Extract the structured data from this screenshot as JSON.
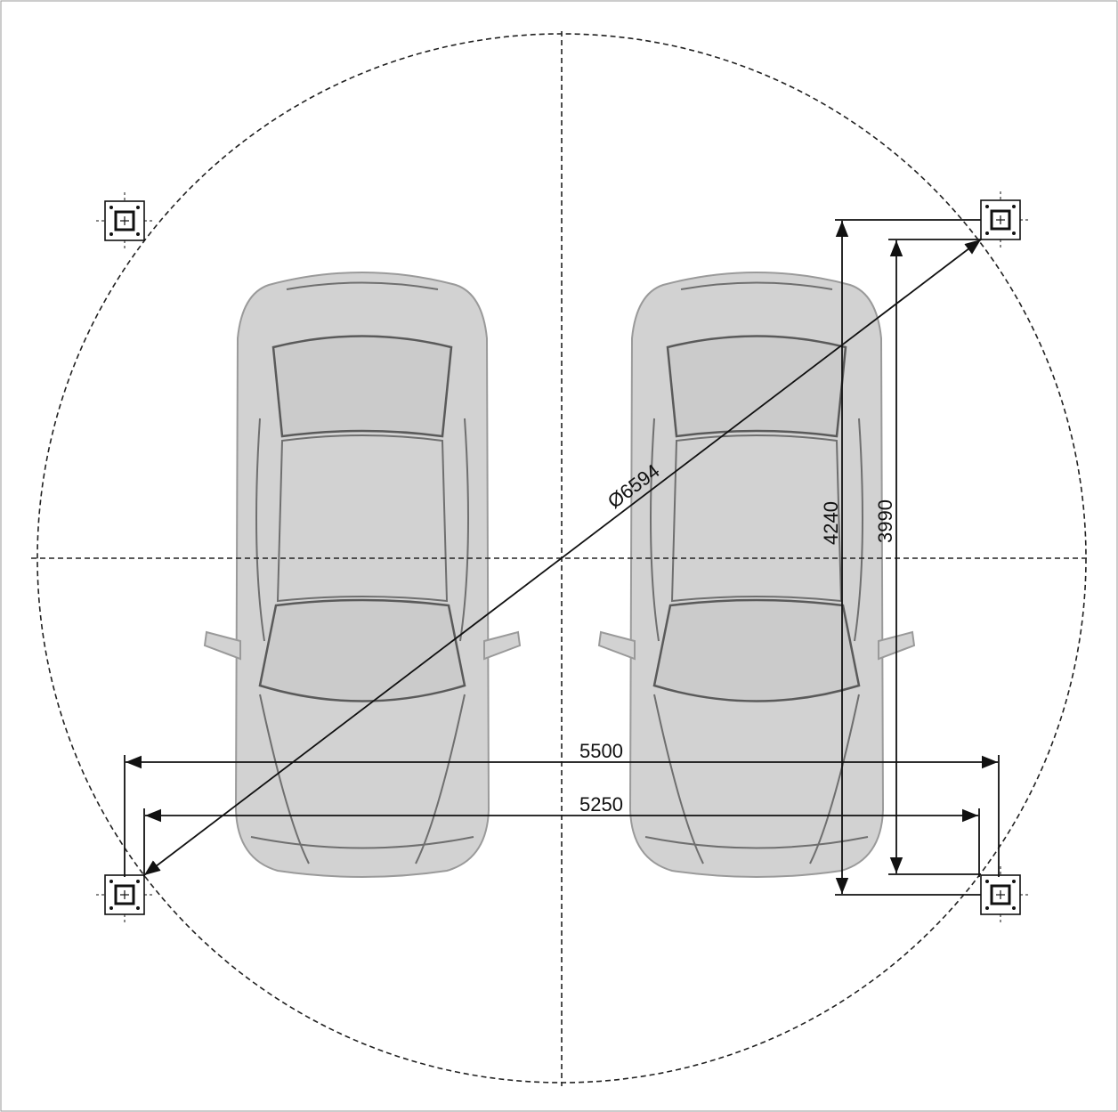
{
  "diagram": {
    "dimensions": {
      "diameter": "Ø6594",
      "width_outer": "5500",
      "width_inner": "5250",
      "depth_outer": "4240",
      "depth_inner": "3990"
    },
    "posts": [
      {
        "name": "post-top-left"
      },
      {
        "name": "post-top-right"
      },
      {
        "name": "post-bottom-left"
      },
      {
        "name": "post-bottom-right"
      }
    ],
    "cars": [
      {
        "name": "car-left"
      },
      {
        "name": "car-right"
      }
    ],
    "colors": {
      "car_fill": "#d2d2d2",
      "line": "#111111",
      "background": "#ffffff"
    }
  }
}
